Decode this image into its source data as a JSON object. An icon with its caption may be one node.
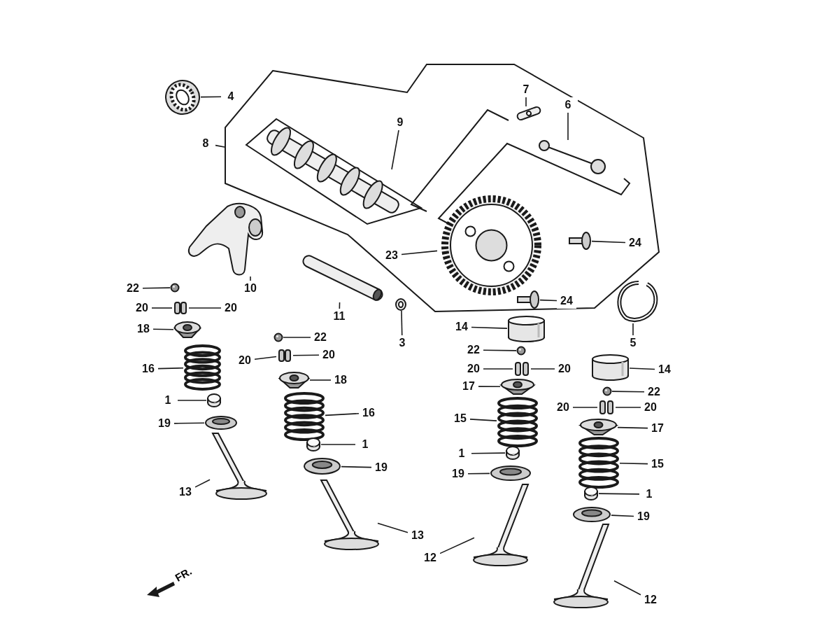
{
  "diagram": {
    "nodes": [
      {
        "text": [],
        "shape": "box"
      },
      {
        "text": [],
        "shape": "box",
        "in": 0
      },
      {
        "text": [],
        "shape": "picture",
        "in": 1
      },
      {
        "text": [
          "9"
        ],
        "in": 0
      },
      {
        "text": [
          "7"
        ],
        "in": 0
      },
      {
        "text": [],
        "shape": "picture",
        "in": 0
      },
      {
        "text": [
          "6"
        ],
        "in": 0
      },
      {
        "text": [],
        "shape": "picture",
        "in": 0
      },
      {
        "text": [],
        "shape": "picture",
        "in": 0
      },
      {
        "text": [
          "23"
        ],
        "in": 0
      },
      {
        "text": [],
        "shape": "picture",
        "in": 0
      },
      {
        "text": [
          "24"
        ],
        "in": 0
      },
      {
        "text": [],
        "shape": "picture",
        "in": 0
      },
      {
        "text": [
          "24"
        ],
        "in": 0
      },
      {
        "text": [],
        "shape": "picture"
      },
      {
        "text": [
          "4"
        ]
      },
      {
        "text": [
          "8"
        ]
      },
      {
        "text": [],
        "shape": "picture"
      },
      {
        "text": [
          "10"
        ]
      },
      {
        "text": [],
        "shape": "picture"
      },
      {
        "text": [
          "11"
        ]
      },
      {
        "text": [],
        "shape": "picture"
      },
      {
        "text": [
          "3"
        ]
      },
      {
        "text": [],
        "shape": "picture"
      },
      {
        "text": [
          "5"
        ]
      },
      {
        "text": [],
        "shape": "circle"
      },
      {
        "text": [
          "22"
        ]
      },
      {
        "text": [],
        "shape": "picture"
      },
      {
        "text": [
          "20"
        ]
      },
      {
        "text": [
          "20"
        ]
      },
      {
        "text": [],
        "shape": "picture"
      },
      {
        "text": [
          "18"
        ]
      },
      {
        "text": [],
        "shape": "picture"
      },
      {
        "text": [
          "16"
        ]
      },
      {
        "text": [],
        "shape": "cylinder"
      },
      {
        "text": [
          "1"
        ]
      },
      {
        "text": [],
        "shape": "picture"
      },
      {
        "text": [
          "19"
        ]
      },
      {
        "text": [],
        "shape": "picture"
      },
      {
        "text": [
          "13"
        ]
      },
      {
        "text": [],
        "shape": "circle"
      },
      {
        "text": [
          "22"
        ]
      },
      {
        "text": [],
        "shape": "picture"
      },
      {
        "text": [
          "20"
        ]
      },
      {
        "text": [
          "20"
        ]
      },
      {
        "text": [],
        "shape": "picture"
      },
      {
        "text": [
          "18"
        ]
      },
      {
        "text": [],
        "shape": "picture"
      },
      {
        "text": [
          "16"
        ]
      },
      {
        "text": [],
        "shape": "cylinder"
      },
      {
        "text": [
          "1"
        ]
      },
      {
        "text": [],
        "shape": "picture"
      },
      {
        "text": [
          "19"
        ]
      },
      {
        "text": [],
        "shape": "picture"
      },
      {
        "text": [
          "13"
        ]
      },
      {
        "text": [],
        "shape": "cylinder"
      },
      {
        "text": [
          "14"
        ]
      },
      {
        "text": [],
        "shape": "circle"
      },
      {
        "text": [
          "22"
        ]
      },
      {
        "text": [],
        "shape": "picture"
      },
      {
        "text": [
          "20"
        ]
      },
      {
        "text": [
          "20"
        ]
      },
      {
        "text": [],
        "shape": "picture"
      },
      {
        "text": [
          "17"
        ]
      },
      {
        "text": [],
        "shape": "picture"
      },
      {
        "text": [
          "15"
        ]
      },
      {
        "text": [],
        "shape": "cylinder"
      },
      {
        "text": [
          "1"
        ]
      },
      {
        "text": [],
        "shape": "picture"
      },
      {
        "text": [
          "19"
        ]
      },
      {
        "text": [],
        "shape": "picture"
      },
      {
        "text": [
          "12"
        ]
      },
      {
        "text": [],
        "shape": "cylinder"
      },
      {
        "text": [
          "14"
        ]
      },
      {
        "text": [],
        "shape": "circle"
      },
      {
        "text": [
          "22"
        ]
      },
      {
        "text": [],
        "shape": "picture"
      },
      {
        "text": [
          "20"
        ]
      },
      {
        "text": [
          "20"
        ]
      },
      {
        "text": [],
        "shape": "picture"
      },
      {
        "text": [
          "17"
        ]
      },
      {
        "text": [],
        "shape": "picture"
      },
      {
        "text": [
          "15"
        ]
      },
      {
        "text": [],
        "shape": "cylinder"
      },
      {
        "text": [
          "1"
        ]
      },
      {
        "text": [],
        "shape": "picture"
      },
      {
        "text": [
          "19"
        ]
      },
      {
        "text": [],
        "shape": "picture"
      },
      {
        "text": [
          "12"
        ]
      }
    ],
    "edges": [
      {
        "from": 3,
        "to": 1,
        "arrow": "none"
      },
      {
        "from": 4,
        "to": 5,
        "arrow": "none"
      },
      {
        "from": 6,
        "to": 7,
        "arrow": "none"
      },
      {
        "from": 9,
        "to": 8,
        "arrow": "none"
      },
      {
        "from": 11,
        "to": 10,
        "arrow": "none"
      },
      {
        "from": 13,
        "to": 12,
        "arrow": "none"
      },
      {
        "from": 15,
        "to": 14,
        "arrow": "none"
      },
      {
        "from": 16,
        "to": 0,
        "arrow": "none"
      },
      {
        "from": 18,
        "to": 17,
        "arrow": "none"
      },
      {
        "from": 20,
        "to": 19,
        "arrow": "none"
      },
      {
        "from": 22,
        "to": 21,
        "arrow": "none"
      },
      {
        "from": 24,
        "to": 23,
        "arrow": "none"
      },
      {
        "from": 26,
        "to": 25,
        "arrow": "none"
      },
      {
        "from": 28,
        "to": 27,
        "arrow": "none"
      },
      {
        "from": 29,
        "to": 27,
        "arrow": "none"
      },
      {
        "from": 31,
        "to": 30,
        "arrow": "none"
      },
      {
        "from": 33,
        "to": 32,
        "arrow": "none"
      },
      {
        "from": 35,
        "to": 34,
        "arrow": "none"
      },
      {
        "from": 37,
        "to": 36,
        "arrow": "none"
      },
      {
        "from": 39,
        "to": 38,
        "arrow": "none"
      },
      {
        "from": 41,
        "to": 40,
        "arrow": "none"
      },
      {
        "from": 43,
        "to": 42,
        "arrow": "none"
      },
      {
        "from": 44,
        "to": 42,
        "arrow": "none"
      },
      {
        "from": 46,
        "to": 45,
        "arrow": "none"
      },
      {
        "from": 48,
        "to": 47,
        "arrow": "none"
      },
      {
        "from": 50,
        "to": 49,
        "arrow": "none"
      },
      {
        "from": 52,
        "to": 51,
        "arrow": "none"
      },
      {
        "from": 54,
        "to": 53,
        "arrow": "none"
      },
      {
        "from": 56,
        "to": 55,
        "arrow": "none"
      },
      {
        "from": 58,
        "to": 57,
        "arrow": "none"
      },
      {
        "from": 60,
        "to": 59,
        "arrow": "none"
      },
      {
        "from": 61,
        "to": 59,
        "arrow": "none"
      },
      {
        "from": 63,
        "to": 62,
        "arrow": "none"
      },
      {
        "from": 65,
        "to": 64,
        "arrow": "none"
      },
      {
        "from": 67,
        "to": 66,
        "arrow": "none"
      },
      {
        "from": 69,
        "to": 68,
        "arrow": "none"
      },
      {
        "from": 71,
        "to": 70,
        "arrow": "none"
      },
      {
        "from": 73,
        "to": 72,
        "arrow": "none"
      },
      {
        "from": 75,
        "to": 74,
        "arrow": "none"
      },
      {
        "from": 77,
        "to": 76,
        "arrow": "none"
      },
      {
        "from": 78,
        "to": 76,
        "arrow": "none"
      },
      {
        "from": 80,
        "to": 79,
        "arrow": "none"
      },
      {
        "from": 82,
        "to": 81,
        "arrow": "none"
      },
      {
        "from": 84,
        "to": 83,
        "arrow": "none"
      },
      {
        "from": 86,
        "to": 85,
        "arrow": "none"
      },
      {
        "from": 88,
        "to": 87,
        "arrow": "none"
      }
    ],
    "labels": [
      "FR."
    ]
  }
}
